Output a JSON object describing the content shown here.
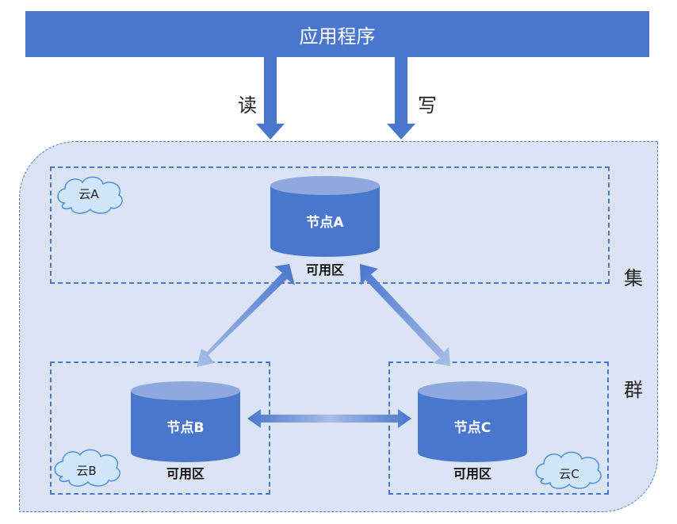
{
  "app": {
    "label": "应用程序"
  },
  "io": {
    "read": "读",
    "write": "写"
  },
  "cluster": {
    "char1": "集",
    "char2": "群"
  },
  "zones": [
    {
      "node": "节点A",
      "zone": "可用区",
      "cloud": "云A"
    },
    {
      "node": "节点B",
      "zone": "可用区",
      "cloud": "云B"
    },
    {
      "node": "节点C",
      "zone": "可用区",
      "cloud": "云C"
    }
  ],
  "colors": {
    "primary": "#4a76cc",
    "cluster_bg": "#dbe4f4",
    "cloud_fill": "#cfe6fb",
    "cloud_stroke": "#4f8fd6"
  }
}
